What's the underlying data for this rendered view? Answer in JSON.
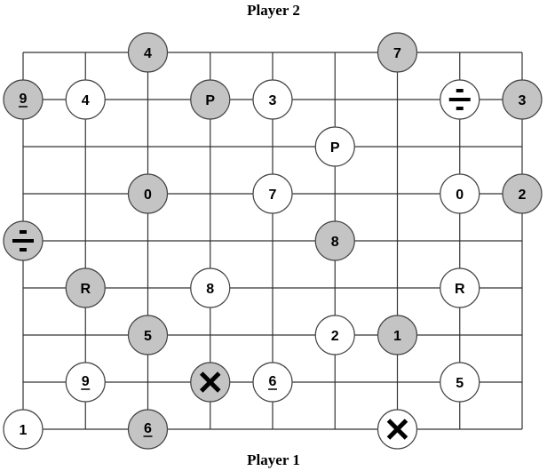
{
  "labels": {
    "top_player": "Player 2",
    "bottom_player": "Player 1"
  },
  "board": {
    "columns": 9,
    "rows": 9
  },
  "colors": {
    "gray_piece": "#c4c4c4",
    "white_piece": "#ffffff",
    "line": "#333333"
  },
  "pieces": [
    {
      "side": "gray",
      "label": "4",
      "col": 2,
      "row": 0
    },
    {
      "side": "gray",
      "label": "7",
      "col": 6,
      "row": 0
    },
    {
      "side": "gray",
      "label": "9",
      "underline": true,
      "col": 0,
      "row": 1
    },
    {
      "side": "white",
      "label": "4",
      "col": 1,
      "row": 1
    },
    {
      "side": "gray",
      "label": "P",
      "col": 3,
      "row": 1
    },
    {
      "side": "white",
      "label": "3",
      "col": 4,
      "row": 1
    },
    {
      "side": "white",
      "label": "÷",
      "icon": "divide",
      "col": 7,
      "row": 1
    },
    {
      "side": "gray",
      "label": "3",
      "col": 8,
      "row": 1
    },
    {
      "side": "white",
      "label": "P",
      "col": 5,
      "row": 2
    },
    {
      "side": "gray",
      "label": "0",
      "col": 2,
      "row": 3
    },
    {
      "side": "white",
      "label": "7",
      "col": 4,
      "row": 3
    },
    {
      "side": "white",
      "label": "0",
      "col": 7,
      "row": 3
    },
    {
      "side": "gray",
      "label": "2",
      "col": 8,
      "row": 3
    },
    {
      "side": "gray",
      "label": "÷",
      "icon": "divide",
      "col": 0,
      "row": 4
    },
    {
      "side": "gray",
      "label": "8",
      "col": 5,
      "row": 4
    },
    {
      "side": "gray",
      "label": "R",
      "col": 1,
      "row": 5
    },
    {
      "side": "white",
      "label": "8",
      "col": 3,
      "row": 5
    },
    {
      "side": "white",
      "label": "R",
      "col": 7,
      "row": 5
    },
    {
      "side": "gray",
      "label": "5",
      "col": 2,
      "row": 6
    },
    {
      "side": "white",
      "label": "2",
      "col": 5,
      "row": 6
    },
    {
      "side": "gray",
      "label": "1",
      "col": 6,
      "row": 6
    },
    {
      "side": "white",
      "label": "9",
      "underline": true,
      "col": 1,
      "row": 7
    },
    {
      "side": "gray",
      "label": "X",
      "icon": "cross",
      "col": 3,
      "row": 7
    },
    {
      "side": "white",
      "label": "6",
      "underline": true,
      "col": 4,
      "row": 7
    },
    {
      "side": "white",
      "label": "5",
      "col": 7,
      "row": 7
    },
    {
      "side": "white",
      "label": "1",
      "col": 0,
      "row": 8
    },
    {
      "side": "gray",
      "label": "6",
      "underline": true,
      "col": 2,
      "row": 8
    },
    {
      "side": "white",
      "label": "X",
      "icon": "cross",
      "col": 6,
      "row": 8
    }
  ]
}
